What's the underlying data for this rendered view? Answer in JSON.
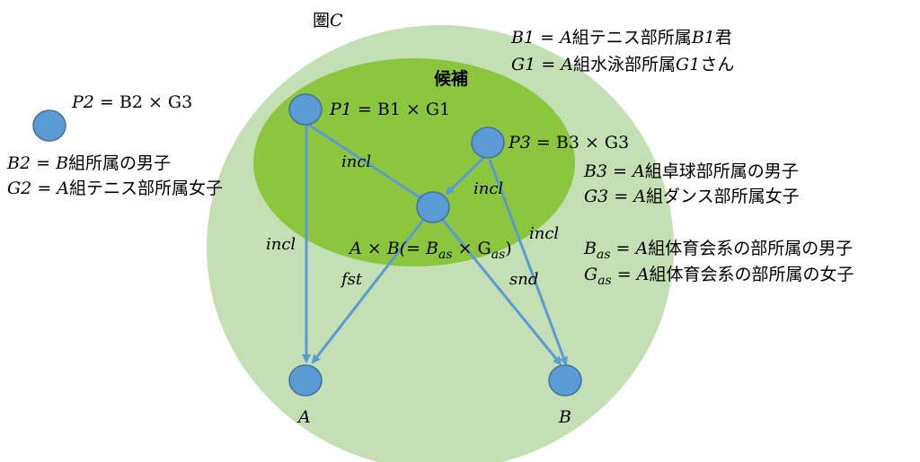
{
  "colors": {
    "category_fill": "#c5dfb4",
    "candidate_fill": "#8cc63f",
    "node_fill": "#5b9bd5",
    "node_stroke": "#41719c",
    "arrow": "#5b9bd5"
  },
  "category": {
    "label_kanji": "圏",
    "label_var": "C"
  },
  "candidate": {
    "label": "候補"
  },
  "nodes": {
    "p1": {
      "var": "P1",
      "expr": " = B1 × G1"
    },
    "p2": {
      "var": "P2",
      "expr": " = B2 × G3"
    },
    "p3": {
      "var": "P3",
      "expr": " = B3 × G3"
    },
    "product": {
      "pre": "A × B(= B",
      "sub1": "as",
      "mid": " × G",
      "sub2": "as",
      "post": ")"
    },
    "a": {
      "label": "A"
    },
    "b": {
      "label": "B"
    }
  },
  "edges": {
    "p1_product": "incl",
    "p3_product": "incl",
    "p1_a": "incl",
    "p3_b": "incl",
    "fst": "fst",
    "snd": "snd"
  },
  "definitions": {
    "b1": {
      "var": "B1",
      "eq": " = ",
      "cls": "A",
      "text": "組テニス部所属",
      "var2": "B1",
      "tail": "君"
    },
    "g1": {
      "var": "G1",
      "eq": " = ",
      "cls": "A",
      "text": "組水泳部所属",
      "var2": "G1",
      "tail": "さん"
    },
    "b2": {
      "var": "B2",
      "eq": " = ",
      "cls": "B",
      "text": "組所属の男子"
    },
    "g2": {
      "var": "G2",
      "eq": " = ",
      "cls": "A",
      "text": "組テニス部所属女子"
    },
    "b3": {
      "var": "B3",
      "eq": " = ",
      "cls": "A",
      "text": "組卓球部所属の男子"
    },
    "g3": {
      "var": "G3",
      "eq": " = ",
      "cls": "A",
      "text": "組ダンス部所属女子"
    },
    "bas": {
      "var": "B",
      "sub": "as",
      "eq": " = ",
      "cls": "A",
      "text": "組体育会系の部所属の男子"
    },
    "gas": {
      "var": "G",
      "sub": "as",
      "eq": " = ",
      "cls": "A",
      "text": "組体育会系の部所属の女子"
    }
  }
}
